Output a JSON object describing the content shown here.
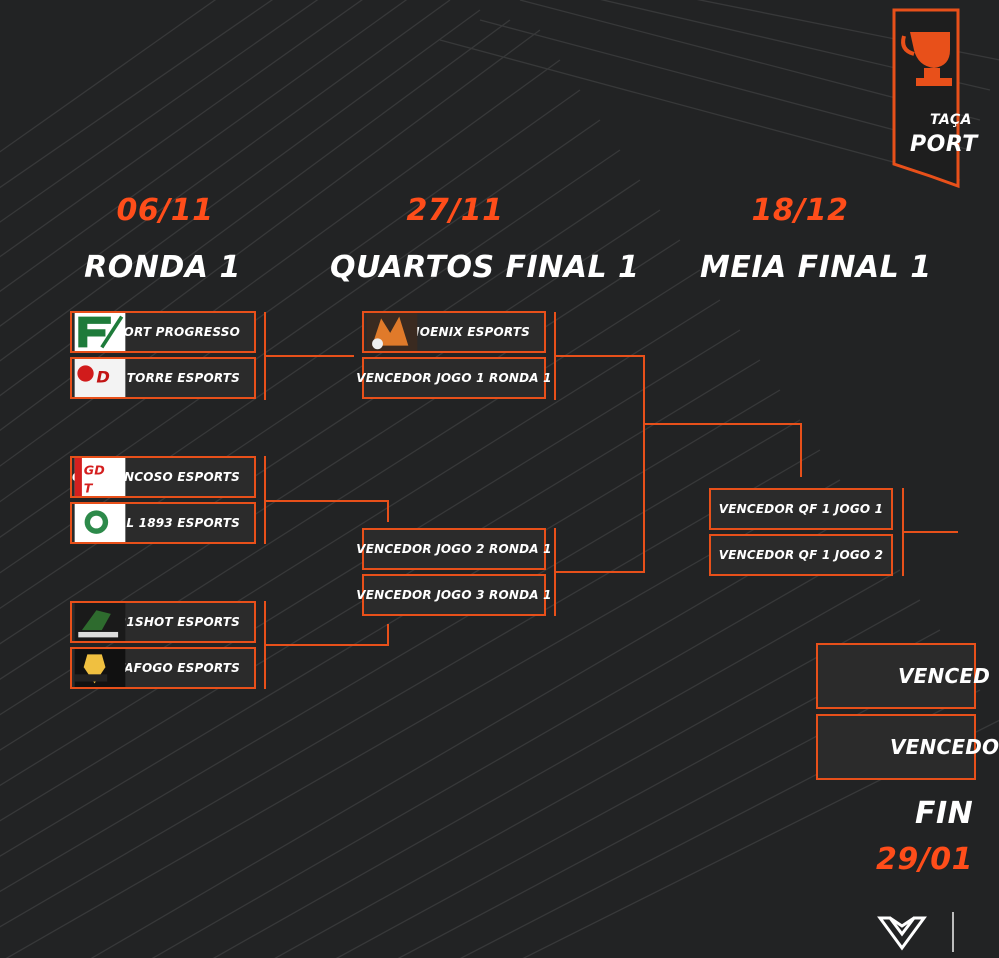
{
  "colors": {
    "accent": "#e8501a",
    "date": "#ff4d1a",
    "background": "#222324",
    "box": "#2b2b2b"
  },
  "rounds": [
    {
      "date": "06/11",
      "title": "RONDA 1"
    },
    {
      "date": "27/11",
      "title": "QUARTOS FINAL 1"
    },
    {
      "date": "18/12",
      "title": "MEIA FINAL 1"
    }
  ],
  "final": {
    "title": "FIN",
    "date": "29/01"
  },
  "round1": [
    {
      "name": "SPORT PROGRESSO",
      "logo": "sport-progresso-logo"
    },
    {
      "name": "AFD TORRE ESPORTS",
      "logo": "afd-torre-logo"
    },
    {
      "name": "GD TRANCOSO ESPORTS",
      "logo": "gd-trancoso-logo"
    },
    {
      "name": "NAVAL 1893 ESPORTS",
      "logo": "naval-1893-logo"
    },
    {
      "name": "21SHOT ESPORTS",
      "logo": "21shot-logo"
    },
    {
      "name": "BOTAFOGO ESPORTS",
      "logo": "botafogo-logo"
    }
  ],
  "quarters": [
    {
      "name": "PHOENIX ESPORTS",
      "logo": "phoenix-logo"
    },
    {
      "name": "VENCEDOR JOGO 1 RONDA 1"
    },
    {
      "name": "VENCEDOR JOGO 2 RONDA 1"
    },
    {
      "name": "VENCEDOR JOGO 3 RONDA 1"
    }
  ],
  "semis": [
    {
      "name": "VENCEDOR QF 1 JOGO 1"
    },
    {
      "name": "VENCEDOR QF 1 JOGO 2"
    }
  ],
  "final_slots": [
    {
      "name": "VENCED"
    },
    {
      "name": "VENCEDO"
    }
  ],
  "trophy": {
    "line1": "TAÇA",
    "line2": "PORT"
  }
}
